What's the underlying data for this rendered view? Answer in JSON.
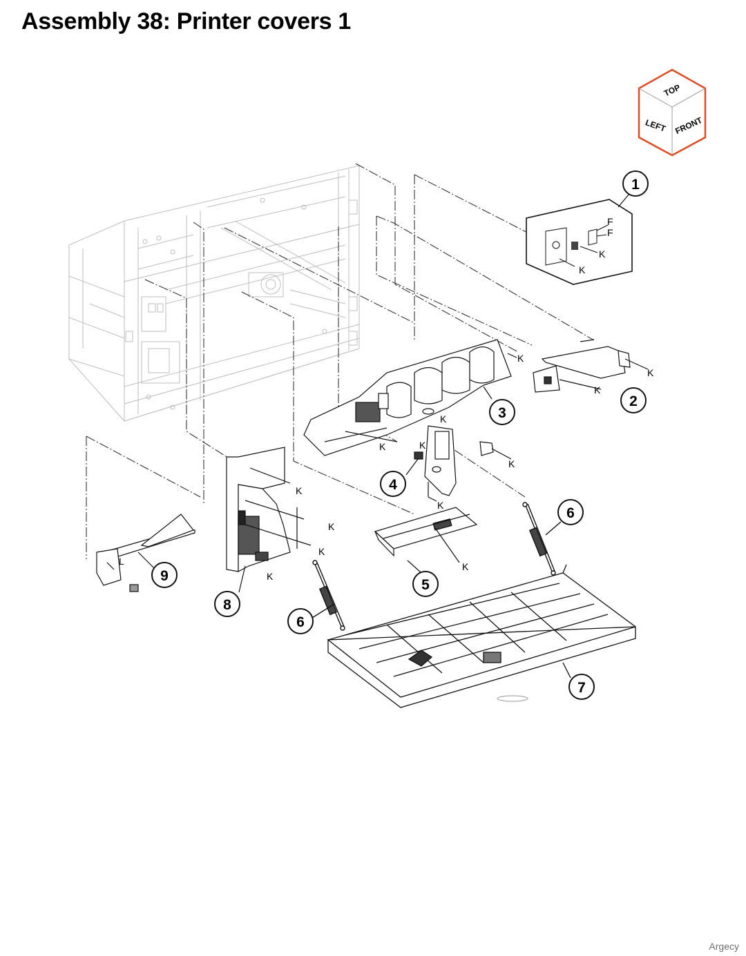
{
  "page": {
    "title": "Assembly 38: Printer covers 1",
    "watermark": "Argecy"
  },
  "orientation_cube": {
    "top": "TOP",
    "left": "LEFT",
    "front": "FRONT",
    "outline_color": "#e04a1f"
  },
  "callouts": [
    "1",
    "2",
    "3",
    "4",
    "5",
    "6",
    "6",
    "7",
    "8",
    "9"
  ],
  "fastener_labels": {
    "k": "K",
    "f": "F",
    "l": "L"
  }
}
